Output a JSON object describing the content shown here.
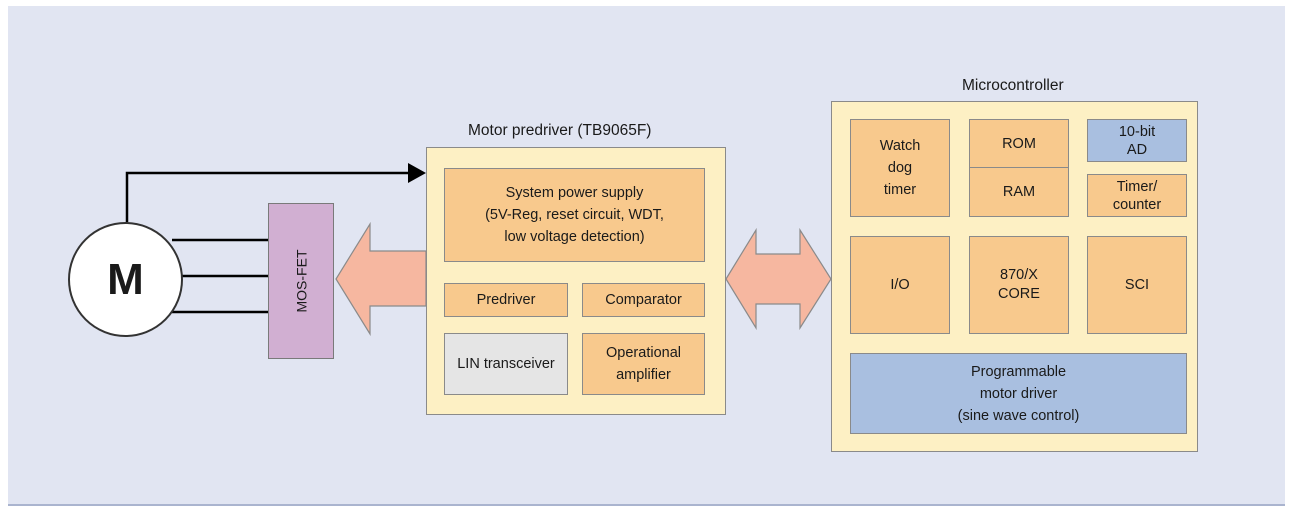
{
  "motor": {
    "label": "M"
  },
  "mosfet": {
    "label": "MOS-FET"
  },
  "predriver": {
    "title": "Motor predriver (TB9065F)",
    "system_power": "System power supply\n(5V-Reg, reset circuit, WDT,\nlow voltage detection)",
    "predriver_block": "Predriver",
    "comparator": "Comparator",
    "lin": "LIN transceiver",
    "opamp": "Operational\namplifier"
  },
  "mcu": {
    "title": "Microcontroller",
    "watchdog": "Watch\ndog\ntimer",
    "rom": "ROM",
    "ram": "RAM",
    "adc": "10-bit\nAD",
    "timer": "Timer/\ncounter",
    "io": "I/O",
    "core": "870/X\nCORE",
    "sci": "SCI",
    "motor_driver": "Programmable\nmotor driver\n(sine wave control)"
  },
  "colors": {
    "background": "#e1e5f2",
    "block_cream": "#fdf0c4",
    "block_orange": "#f8c98d",
    "block_blue": "#a9bfe0",
    "block_grey": "#e5e5e5",
    "mosfet_purple": "#d1afd2",
    "arrow_salmon": "#f6b7a0"
  }
}
